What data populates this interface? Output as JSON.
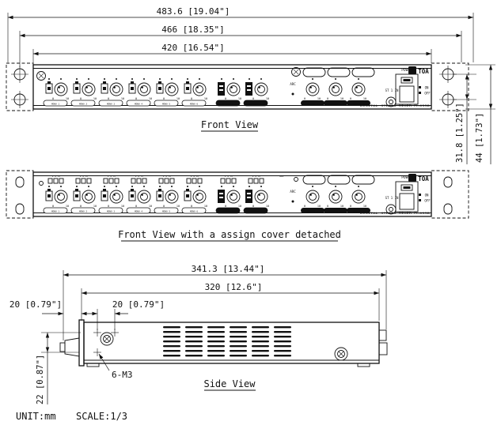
{
  "colors": {
    "ink": "#111111",
    "paper": "#ffffff"
  },
  "meta": {
    "unit_label": "UNIT:mm",
    "scale_label": "SCALE:1/3"
  },
  "captions": {
    "front_view": "Front View",
    "front_view_detached": "Front View with a assign cover detached",
    "side_view": "Side View"
  },
  "dimensions": {
    "front": {
      "overall_width": "483.6 [19.04\"]",
      "mounting_width": "466 [18.35\"]",
      "body_width": "420 [16.54\"]",
      "hole_pitch_height": "31.8 [1.25\"]",
      "overall_height": "44 [1.73\"]"
    },
    "side": {
      "overall_depth": "341.3 [13.44\"]",
      "body_depth": "320 [12.6\"]",
      "front_protrusion": "20 [0.79\"]",
      "screw_offset": "20 [0.79\"]",
      "screw_row_height": "22 [0.87\"]",
      "screw_spec": "6-M3"
    }
  },
  "front_panel": {
    "brand": "TOA",
    "power_label": "POWER",
    "on_label": "ON",
    "off_label": "OFF",
    "st1_in_label": "ST 1 IN",
    "arc_label": "ARC",
    "dip_labels": "1 2 ST",
    "model_label": "DIGITAL STEREO MIXER M-633D",
    "knob_scale": {
      "min": "0",
      "max": "10"
    },
    "channels": [
      {
        "label": "MONO 1"
      },
      {
        "label": "MONO 2"
      },
      {
        "label": "MONO 3"
      },
      {
        "label": "MONO 4"
      },
      {
        "label": "MONO 5"
      },
      {
        "label": "MONO 6"
      },
      {
        "label": "STEREO 1"
      },
      {
        "label": "STEREO 2"
      }
    ],
    "outputs": [
      {
        "label": "OUTPUT 1"
      },
      {
        "label": "OUTPUT 2"
      },
      {
        "label": "OUTPUT 3"
      }
    ]
  }
}
